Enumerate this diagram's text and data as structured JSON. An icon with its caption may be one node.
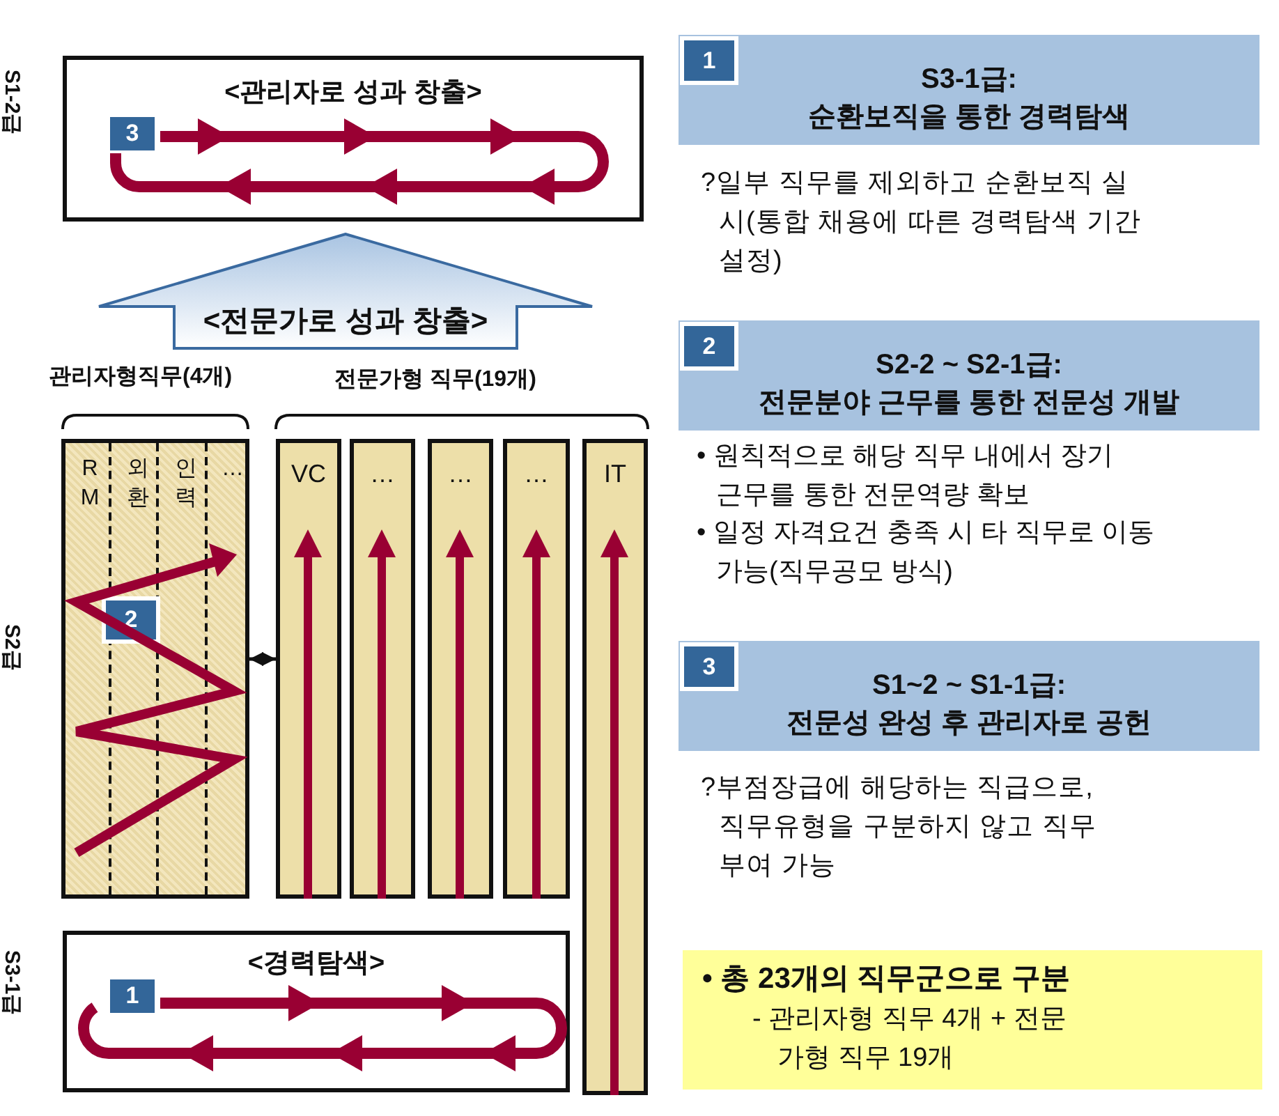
{
  "diagram": {
    "nodes": [
      {
        "text": [
          "<관리자로 성과 창출>"
        ]
      },
      {
        "text": [
          "3"
        ],
        "in": 0
      },
      {
        "text": [
          "<전문가로 성과 창출>"
        ]
      },
      {
        "text": [],
        "shape": "box"
      },
      {
        "text": [
          "RM"
        ],
        "in": 3
      },
      {
        "text": [
          "외환"
        ],
        "in": 3
      },
      {
        "text": [
          "인력"
        ],
        "in": 3
      },
      {
        "text": [
          "…"
        ],
        "in": 3
      },
      {
        "text": [
          "2"
        ],
        "in": 3
      },
      {
        "text": [
          "VC"
        ]
      },
      {
        "text": [
          "…"
        ]
      },
      {
        "text": [
          "…"
        ]
      },
      {
        "text": [
          "…"
        ]
      },
      {
        "text": [
          "IT"
        ]
      },
      {
        "text": [
          "<경력탐색>"
        ]
      },
      {
        "text": [
          "1"
        ],
        "in": 14
      },
      {
        "text": [
          "S3-1급:",
          "순환보직을 통한 경력탐색"
        ]
      },
      {
        "text": [
          "1"
        ],
        "in": 16
      },
      {
        "text": [
          "S2-2 ~ S2-1급:",
          "전문분야 근무를 통한 전문성 개발"
        ]
      },
      {
        "text": [
          "2"
        ],
        "in": 18
      },
      {
        "text": [
          "S1~2 ~ S1-1급:",
          "전문성 완성 후 관리자로 공헌"
        ]
      },
      {
        "text": [
          "3"
        ],
        "in": 20
      },
      {
        "text": [
          "• 총 23개의 직무군으로 구분",
          "- 관리자형 직무 4개 + 전문가형 직무 19개"
        ]
      }
    ],
    "edges": [
      {
        "from": 3,
        "to": 9,
        "arrow": "both"
      }
    ],
    "labels": [
      "S1-2급",
      "관리자형직무(4개)",
      "전문가형 직무(19개)",
      "S2급",
      "S3-1급",
      "?일부 직무를 제외하고 순환보직 실시(통합 채용에 따른 경력탐색 기간 설정)",
      "• 원칙적으로 해당 직무 내에서 장기근무를 통한 전문역량 확보",
      "• 일정 자격요건 충족 시 타 직무로 이동 가능(직무공모 방식)",
      "?부점장급에 해당하는 직급으로, 직무유형을 구분하지 않고 직무부여 가능"
    ]
  }
}
